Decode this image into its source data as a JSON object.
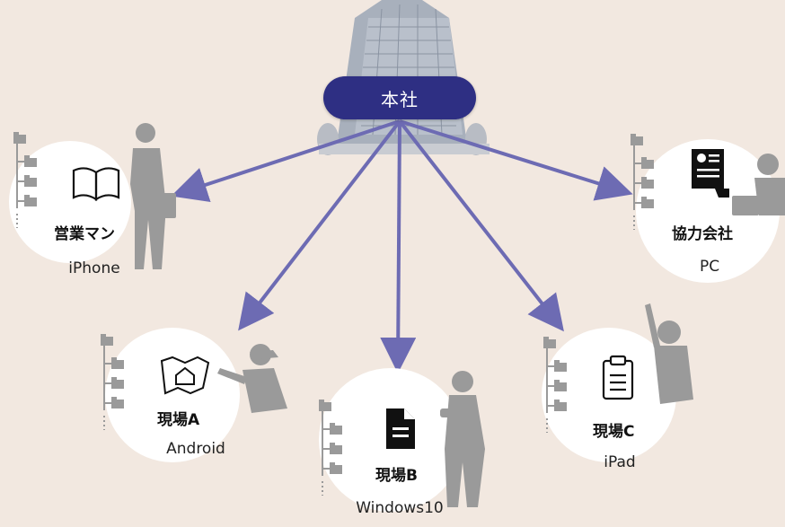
{
  "headquarters": {
    "label": "本社"
  },
  "nodes": [
    {
      "key": "sales",
      "title": "営業マン",
      "device": "iPhone",
      "icon": "book-icon"
    },
    {
      "key": "site_a",
      "title": "現場A",
      "device": "Android",
      "icon": "blueprint-icon"
    },
    {
      "key": "site_b",
      "title": "現場B",
      "device": "Windows10",
      "icon": "document-icon"
    },
    {
      "key": "site_c",
      "title": "現場C",
      "device": "iPad",
      "icon": "clipboard-icon"
    },
    {
      "key": "partner",
      "title": "協力会社",
      "device": "PC",
      "icon": "report-icon"
    }
  ],
  "colors": {
    "background": "#f2e8e0",
    "hq_fill": "#2e2f83",
    "arrow": "#6d6bb3",
    "silhouette": "#9a9a9a",
    "circle": "#ffffff"
  }
}
